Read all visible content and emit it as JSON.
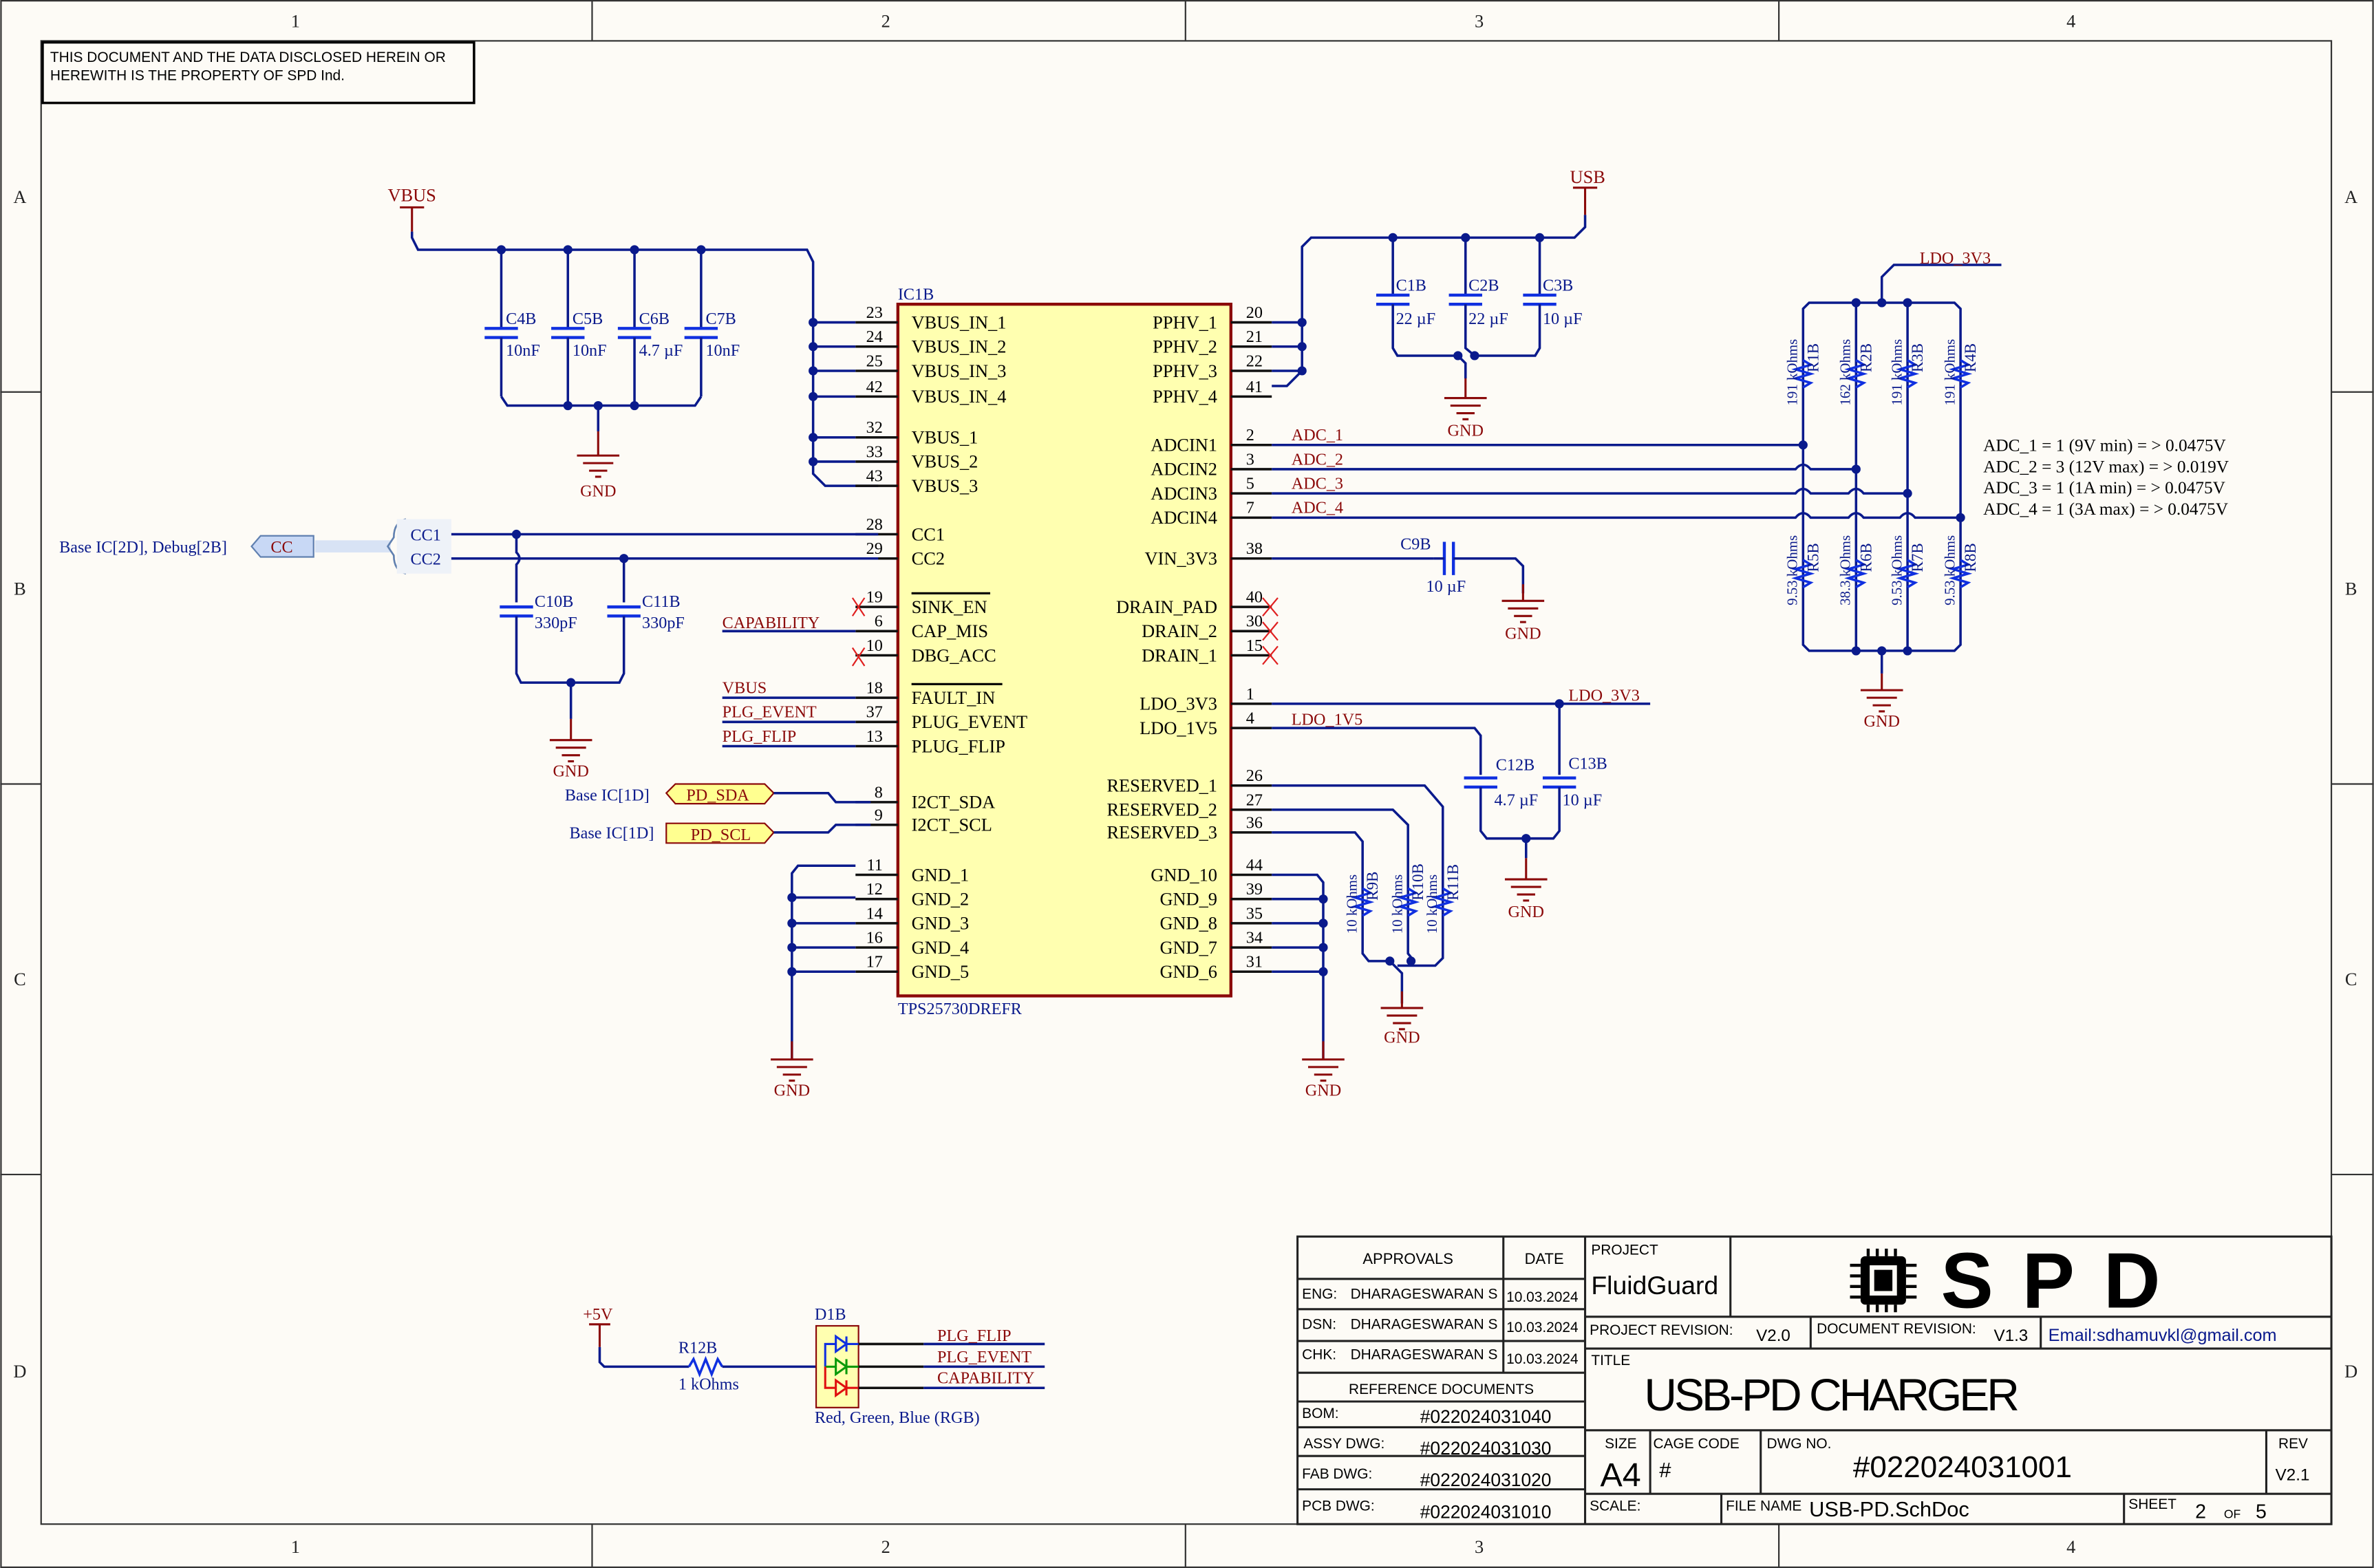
{
  "sheet": {
    "columns": [
      "1",
      "2",
      "3",
      "4"
    ],
    "rows": [
      "A",
      "B",
      "C",
      "D"
    ],
    "notice_line1": "THIS DOCUMENT AND THE DATA DISCLOSED HEREIN OR",
    "notice_line2": "HEREWITH IS THE PROPERTY OF SPD Ind."
  },
  "ic": {
    "designator": "IC1B",
    "part": "TPS25730DREFR",
    "left_pins": [
      {
        "num": "23",
        "name": "VBUS_IN_1"
      },
      {
        "num": "24",
        "name": "VBUS_IN_2"
      },
      {
        "num": "25",
        "name": "VBUS_IN_3"
      },
      {
        "num": "42",
        "name": "VBUS_IN_4"
      },
      {
        "num": "32",
        "name": "VBUS_1"
      },
      {
        "num": "33",
        "name": "VBUS_2"
      },
      {
        "num": "43",
        "name": "VBUS_3"
      },
      {
        "num": "28",
        "name": "CC1"
      },
      {
        "num": "29",
        "name": "CC2"
      },
      {
        "num": "19",
        "name": "SINK_EN"
      },
      {
        "num": "6",
        "name": "CAP_MIS"
      },
      {
        "num": "10",
        "name": "DBG_ACC"
      },
      {
        "num": "18",
        "name": "FAULT_IN"
      },
      {
        "num": "37",
        "name": "PLUG_EVENT"
      },
      {
        "num": "13",
        "name": "PLUG_FLIP"
      },
      {
        "num": "8",
        "name": "I2CT_SDA"
      },
      {
        "num": "9",
        "name": "I2CT_SCL"
      },
      {
        "num": "11",
        "name": "GND_1"
      },
      {
        "num": "12",
        "name": "GND_2"
      },
      {
        "num": "14",
        "name": "GND_3"
      },
      {
        "num": "16",
        "name": "GND_4"
      },
      {
        "num": "17",
        "name": "GND_5"
      }
    ],
    "right_pins": [
      {
        "num": "20",
        "name": "PPHV_1"
      },
      {
        "num": "21",
        "name": "PPHV_2"
      },
      {
        "num": "22",
        "name": "PPHV_3"
      },
      {
        "num": "41",
        "name": "PPHV_4"
      },
      {
        "num": "2",
        "name": "ADCIN1"
      },
      {
        "num": "3",
        "name": "ADCIN2"
      },
      {
        "num": "5",
        "name": "ADCIN3"
      },
      {
        "num": "7",
        "name": "ADCIN4"
      },
      {
        "num": "38",
        "name": "VIN_3V3"
      },
      {
        "num": "40",
        "name": "DRAIN_PAD"
      },
      {
        "num": "30",
        "name": "DRAIN_2"
      },
      {
        "num": "15",
        "name": "DRAIN_1"
      },
      {
        "num": "1",
        "name": "LDO_3V3"
      },
      {
        "num": "4",
        "name": "LDO_1V5"
      },
      {
        "num": "26",
        "name": "RESERVED_1"
      },
      {
        "num": "27",
        "name": "RESERVED_2"
      },
      {
        "num": "36",
        "name": "RESERVED_3"
      },
      {
        "num": "44",
        "name": "GND_10"
      },
      {
        "num": "39",
        "name": "GND_9"
      },
      {
        "num": "35",
        "name": "GND_8"
      },
      {
        "num": "34",
        "name": "GND_7"
      },
      {
        "num": "31",
        "name": "GND_6"
      }
    ]
  },
  "power": {
    "vbus": "VBUS",
    "usb": "USB",
    "ldo3v3": "LDO_3V3",
    "gnd": "GND",
    "p5v": "+5V"
  },
  "caps": [
    {
      "ref": "C4B",
      "value": "10nF"
    },
    {
      "ref": "C5B",
      "value": "10nF"
    },
    {
      "ref": "C6B",
      "value": "4.7 µF"
    },
    {
      "ref": "C7B",
      "value": "10nF"
    },
    {
      "ref": "C1B",
      "value": "22 µF"
    },
    {
      "ref": "C2B",
      "value": "22 µF"
    },
    {
      "ref": "C3B",
      "value": "10 µF"
    },
    {
      "ref": "C9B",
      "value": "10 µF"
    },
    {
      "ref": "C10B",
      "value": "330pF"
    },
    {
      "ref": "C11B",
      "value": "330pF"
    },
    {
      "ref": "C12B",
      "value": "4.7 µF"
    },
    {
      "ref": "C13B",
      "value": "10 µF"
    }
  ],
  "resistors": [
    {
      "ref": "R1B",
      "value": "191 kOhms"
    },
    {
      "ref": "R2B",
      "value": "162 kOhms"
    },
    {
      "ref": "R3B",
      "value": "191 kOhms"
    },
    {
      "ref": "R4B",
      "value": "191 kOhms"
    },
    {
      "ref": "R5B",
      "value": "9.53 kOhms"
    },
    {
      "ref": "R6B",
      "value": "38.3 kOhms"
    },
    {
      "ref": "R7B",
      "value": "9.53 kOhms"
    },
    {
      "ref": "R8B",
      "value": "9.53 kOhms"
    },
    {
      "ref": "R9B",
      "value": "10 kOhms"
    },
    {
      "ref": "R10B",
      "value": "10 kOhms"
    },
    {
      "ref": "R11B",
      "value": "10 kOhms"
    },
    {
      "ref": "R12B",
      "value": "1 kOhms"
    }
  ],
  "nets": {
    "adc": [
      "ADC_1",
      "ADC_2",
      "ADC_3",
      "ADC_4"
    ],
    "ldo1v5": "LDO_1V5",
    "left": [
      "CAPABILITY",
      "VBUS",
      "PLG_EVENT",
      "PLG_FLIP"
    ],
    "led": [
      "PLG_FLIP",
      "PLG_EVENT",
      "CAPABILITY"
    ]
  },
  "adc_notes": [
    "ADC_1 = 1 (9V min) = > 0.0475V",
    "ADC_2 = 3 (12V max) = > 0.019V",
    "ADC_3 = 1 (1A min) = > 0.0475V",
    "ADC_4 = 1 (3A max) = > 0.0475V"
  ],
  "ports": {
    "cc_ref": "Base IC[2D], Debug[2B]",
    "cc_name": "CC",
    "cc1": "CC1",
    "cc2": "CC2",
    "sda_ref": "Base IC[1D]",
    "sda_name": "PD_SDA",
    "scl_ref": "Base IC[1D]",
    "scl_name": "PD_SCL"
  },
  "led": {
    "ref": "D1B",
    "desc": "Red, Green, Blue (RGB)"
  },
  "title_block": {
    "approvals": "APPROVALS",
    "date": "DATE",
    "eng_label": "ENG:",
    "eng_name": "DHARAGESWARAN S",
    "eng_date": "10.03.2024",
    "dsn_label": "DSN:",
    "dsn_name": "DHARAGESWARAN S",
    "dsn_date": "10.03.2024",
    "chk_label": "CHK:",
    "chk_name": "DHARAGESWARAN S",
    "chk_date": "10.03.2024",
    "ref_docs": "REFERENCE DOCUMENTS",
    "bom_label": "BOM:",
    "bom": "#022024031040",
    "assy_label": "ASSY DWG:",
    "assy": "#022024031030",
    "fab_label": "FAB DWG:",
    "fab": "#022024031020",
    "pcb_label": "PCB DWG:",
    "pcb": "#022024031010",
    "project_label": "PROJECT",
    "project": "FluidGuard",
    "logo_text": "SPD",
    "proj_rev_label": "PROJECT REVISION:",
    "proj_rev": "V2.0",
    "doc_rev_label": "DOCUMENT REVISION:",
    "doc_rev": "V1.3",
    "email": "Email:sdhamuvkl@gmail.com",
    "title_label": "TITLE",
    "title": "USB-PD CHARGER",
    "size_label": "SIZE",
    "size": "A4",
    "cage_label": "CAGE CODE",
    "cage": "#",
    "dwg_label": "DWG NO.",
    "dwg": "#022024031001",
    "rev_label": "REV",
    "rev": "V2.1",
    "scale_label": "SCALE:",
    "file_label": "FILE NAME",
    "file": "USB-PD.SchDoc",
    "sheet_label": "SHEET",
    "sheet_num": "2",
    "of": "OF",
    "sheet_total": "5"
  }
}
